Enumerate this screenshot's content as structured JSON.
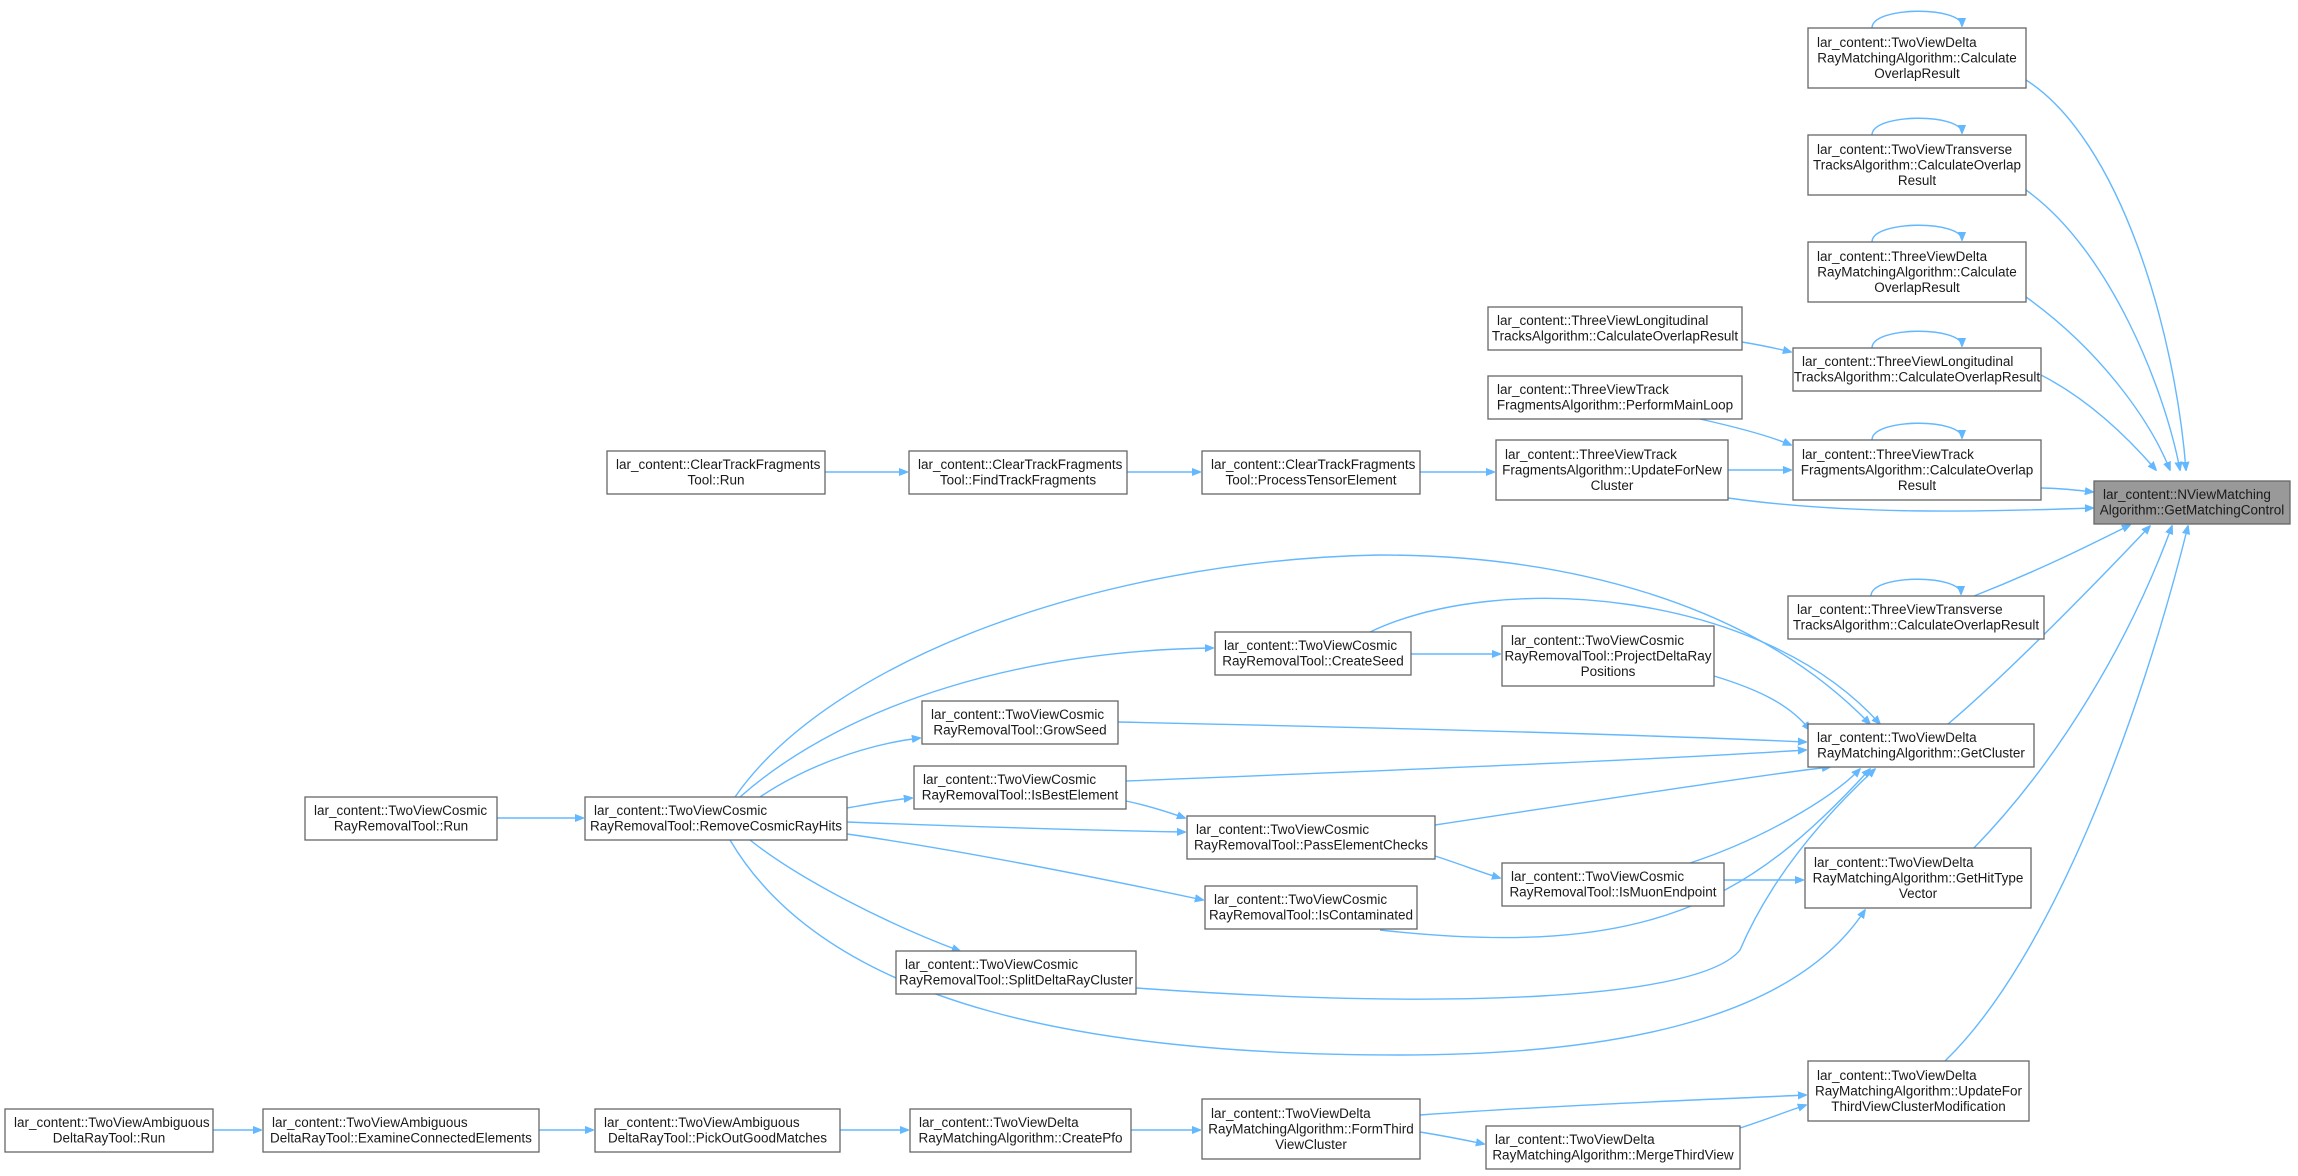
{
  "colors": {
    "edge": "#63b8ff",
    "node_border": "#666666",
    "focus_fill": "#999999",
    "node_fill": "#ffffff"
  },
  "nodes": [
    {
      "id": "GMC",
      "lines": [
        "lar_content::NViewMatching",
        "Algorithm::GetMatchingControl"
      ],
      "focus": true
    },
    {
      "id": "TVD_COR",
      "lines": [
        "lar_content::TwoViewDelta",
        "RayMatchingAlgorithm::Calculate",
        "OverlapResult"
      ]
    },
    {
      "id": "TVT_COR",
      "lines": [
        "lar_content::TwoViewTransverse",
        "TracksAlgorithm::CalculateOverlap",
        "Result"
      ]
    },
    {
      "id": "THD_COR",
      "lines": [
        "lar_content::ThreeViewDelta",
        "RayMatchingAlgorithm::Calculate",
        "OverlapResult"
      ]
    },
    {
      "id": "THL_COR",
      "lines": [
        "lar_content::ThreeViewLongitudinal",
        "TracksAlgorithm::CalculateOverlapResult"
      ]
    },
    {
      "id": "THL_COR2",
      "lines": [
        "lar_content::ThreeViewLongitudinal",
        "TracksAlgorithm::CalculateOverlapResult"
      ]
    },
    {
      "id": "THF_PML",
      "lines": [
        "lar_content::ThreeViewTrack",
        "FragmentsAlgorithm::PerformMainLoop"
      ]
    },
    {
      "id": "THF_COR",
      "lines": [
        "lar_content::ThreeViewTrack",
        "FragmentsAlgorithm::CalculateOverlap",
        "Result"
      ]
    },
    {
      "id": "THF_UNC",
      "lines": [
        "lar_content::ThreeViewTrack",
        "FragmentsAlgorithm::UpdateForNew",
        "Cluster"
      ]
    },
    {
      "id": "CTF_PTE",
      "lines": [
        "lar_content::ClearTrackFragments",
        "Tool::ProcessTensorElement"
      ]
    },
    {
      "id": "CTF_FTF",
      "lines": [
        "lar_content::ClearTrackFragments",
        "Tool::FindTrackFragments"
      ]
    },
    {
      "id": "CTF_RUN",
      "lines": [
        "lar_content::ClearTrackFragments",
        "Tool::Run"
      ]
    },
    {
      "id": "THT_COR",
      "lines": [
        "lar_content::ThreeViewTransverse",
        "TracksAlgorithm::CalculateOverlapResult"
      ]
    },
    {
      "id": "CR_CS",
      "lines": [
        "lar_content::TwoViewCosmic",
        "RayRemovalTool::CreateSeed"
      ]
    },
    {
      "id": "CR_PDR",
      "lines": [
        "lar_content::TwoViewCosmic",
        "RayRemovalTool::ProjectDeltaRay",
        "Positions"
      ]
    },
    {
      "id": "CR_GS",
      "lines": [
        "lar_content::TwoViewCosmic",
        "RayRemovalTool::GrowSeed"
      ]
    },
    {
      "id": "TVD_GC",
      "lines": [
        "lar_content::TwoViewDelta",
        "RayMatchingAlgorithm::GetCluster"
      ]
    },
    {
      "id": "CR_IBE",
      "lines": [
        "lar_content::TwoViewCosmic",
        "RayRemovalTool::IsBestElement"
      ]
    },
    {
      "id": "CR_RUN",
      "lines": [
        "lar_content::TwoViewCosmic",
        "RayRemovalTool::Run"
      ]
    },
    {
      "id": "CR_RCH",
      "lines": [
        "lar_content::TwoViewCosmic",
        "RayRemovalTool::RemoveCosmicRayHits"
      ]
    },
    {
      "id": "CR_PEC",
      "lines": [
        "lar_content::TwoViewCosmic",
        "RayRemovalTool::PassElementChecks"
      ]
    },
    {
      "id": "CR_IME",
      "lines": [
        "lar_content::TwoViewCosmic",
        "RayRemovalTool::IsMuonEndpoint"
      ]
    },
    {
      "id": "TVD_GHT",
      "lines": [
        "lar_content::TwoViewDelta",
        "RayMatchingAlgorithm::GetHitType",
        "Vector"
      ]
    },
    {
      "id": "CR_IC",
      "lines": [
        "lar_content::TwoViewCosmic",
        "RayRemovalTool::IsContaminated"
      ]
    },
    {
      "id": "CR_SDR",
      "lines": [
        "lar_content::TwoViewCosmic",
        "RayRemovalTool::SplitDeltaRayCluster"
      ]
    },
    {
      "id": "TVD_UTV",
      "lines": [
        "lar_content::TwoViewDelta",
        "RayMatchingAlgorithm::UpdateFor",
        "ThirdViewClusterModification"
      ]
    },
    {
      "id": "AMB_RUN",
      "lines": [
        "lar_content::TwoViewAmbiguous",
        "DeltaRayTool::Run"
      ]
    },
    {
      "id": "AMB_ECE",
      "lines": [
        "lar_content::TwoViewAmbiguous",
        "DeltaRayTool::ExamineConnectedElements"
      ]
    },
    {
      "id": "AMB_POG",
      "lines": [
        "lar_content::TwoViewAmbiguous",
        "DeltaRayTool::PickOutGoodMatches"
      ]
    },
    {
      "id": "TVD_CP",
      "lines": [
        "lar_content::TwoViewDelta",
        "RayMatchingAlgorithm::CreatePfo"
      ]
    },
    {
      "id": "TVD_FTC",
      "lines": [
        "lar_content::TwoViewDelta",
        "RayMatchingAlgorithm::FormThird",
        "ViewCluster"
      ]
    },
    {
      "id": "TVD_MTV",
      "lines": [
        "lar_content::TwoViewDelta",
        "RayMatchingAlgorithm::MergeThirdView"
      ]
    }
  ],
  "edges": [
    [
      "TVD_COR",
      "GMC"
    ],
    [
      "TVT_COR",
      "GMC"
    ],
    [
      "THD_COR",
      "GMC"
    ],
    [
      "THL_COR2",
      "GMC"
    ],
    [
      "THF_COR",
      "GMC"
    ],
    [
      "THF_UNC",
      "GMC"
    ],
    [
      "THT_COR",
      "GMC"
    ],
    [
      "TVD_GC",
      "GMC"
    ],
    [
      "TVD_GHT",
      "GMC"
    ],
    [
      "TVD_UTV",
      "GMC"
    ],
    [
      "THL_COR",
      "THL_COR2"
    ],
    [
      "THF_PML",
      "THF_COR"
    ],
    [
      "THF_UNC",
      "THF_COR"
    ],
    [
      "CTF_PTE",
      "THF_UNC"
    ],
    [
      "CTF_FTF",
      "CTF_PTE"
    ],
    [
      "CTF_RUN",
      "CTF_FTF"
    ],
    [
      "CR_CS",
      "CR_PDR"
    ],
    [
      "CR_CS",
      "TVD_GC"
    ],
    [
      "CR_PDR",
      "TVD_GC"
    ],
    [
      "CR_GS",
      "TVD_GC"
    ],
    [
      "CR_IBE",
      "TVD_GC"
    ],
    [
      "CR_PEC",
      "TVD_GC"
    ],
    [
      "CR_IME",
      "TVD_GC"
    ],
    [
      "CR_IC",
      "TVD_GC"
    ],
    [
      "CR_SDR",
      "TVD_GC"
    ],
    [
      "CR_RCH",
      "TVD_GC"
    ],
    [
      "CR_IME",
      "TVD_GHT"
    ],
    [
      "CR_RCH",
      "TVD_GHT"
    ],
    [
      "CR_RUN",
      "CR_RCH"
    ],
    [
      "CR_RCH",
      "CR_CS"
    ],
    [
      "CR_RCH",
      "CR_GS"
    ],
    [
      "CR_RCH",
      "CR_IBE"
    ],
    [
      "CR_RCH",
      "CR_PEC"
    ],
    [
      "CR_RCH",
      "CR_IC"
    ],
    [
      "CR_RCH",
      "CR_SDR"
    ],
    [
      "CR_IBE",
      "CR_PEC"
    ],
    [
      "CR_PEC",
      "CR_IME"
    ],
    [
      "AMB_RUN",
      "AMB_ECE"
    ],
    [
      "AMB_ECE",
      "AMB_POG"
    ],
    [
      "AMB_POG",
      "TVD_CP"
    ],
    [
      "TVD_CP",
      "TVD_FTC"
    ],
    [
      "TVD_FTC",
      "TVD_MTV"
    ],
    [
      "TVD_FTC",
      "TVD_UTV"
    ],
    [
      "TVD_MTV",
      "TVD_UTV"
    ]
  ],
  "self_loops": [
    "TVD_COR",
    "TVT_COR",
    "THD_COR",
    "THL_COR2",
    "THF_COR",
    "THT_COR"
  ]
}
